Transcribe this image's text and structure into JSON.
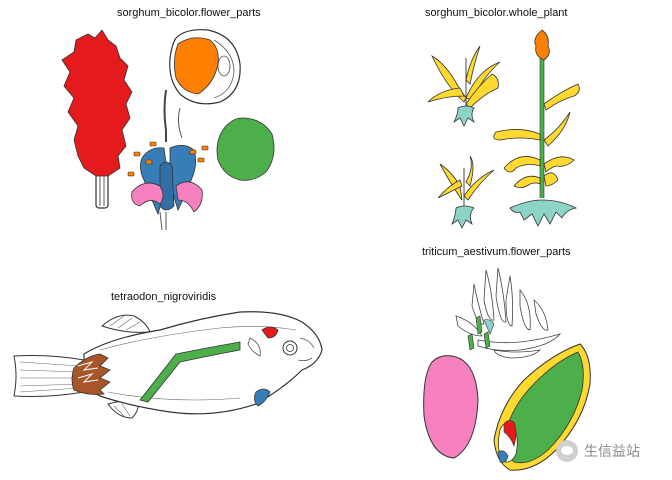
{
  "panels": {
    "sorghum_flower": {
      "title": "sorghum_bicolor.flower_parts"
    },
    "sorghum_whole": {
      "title": "sorghum_bicolor.whole_plant"
    },
    "tetraodon": {
      "title": "tetraodon_nigroviridis"
    },
    "triticum_flower": {
      "title": "triticum_aestivum.flower_parts"
    }
  },
  "colors": {
    "red": "#e41a1c",
    "orange": "#ff7f00",
    "green": "#4daf4a",
    "blue": "#377eb8",
    "pink": "#f781bf",
    "yellow": "#ffd92f",
    "teal": "#8dd3c7",
    "brown": "#a65628"
  },
  "watermark": {
    "text": "生信益站"
  }
}
